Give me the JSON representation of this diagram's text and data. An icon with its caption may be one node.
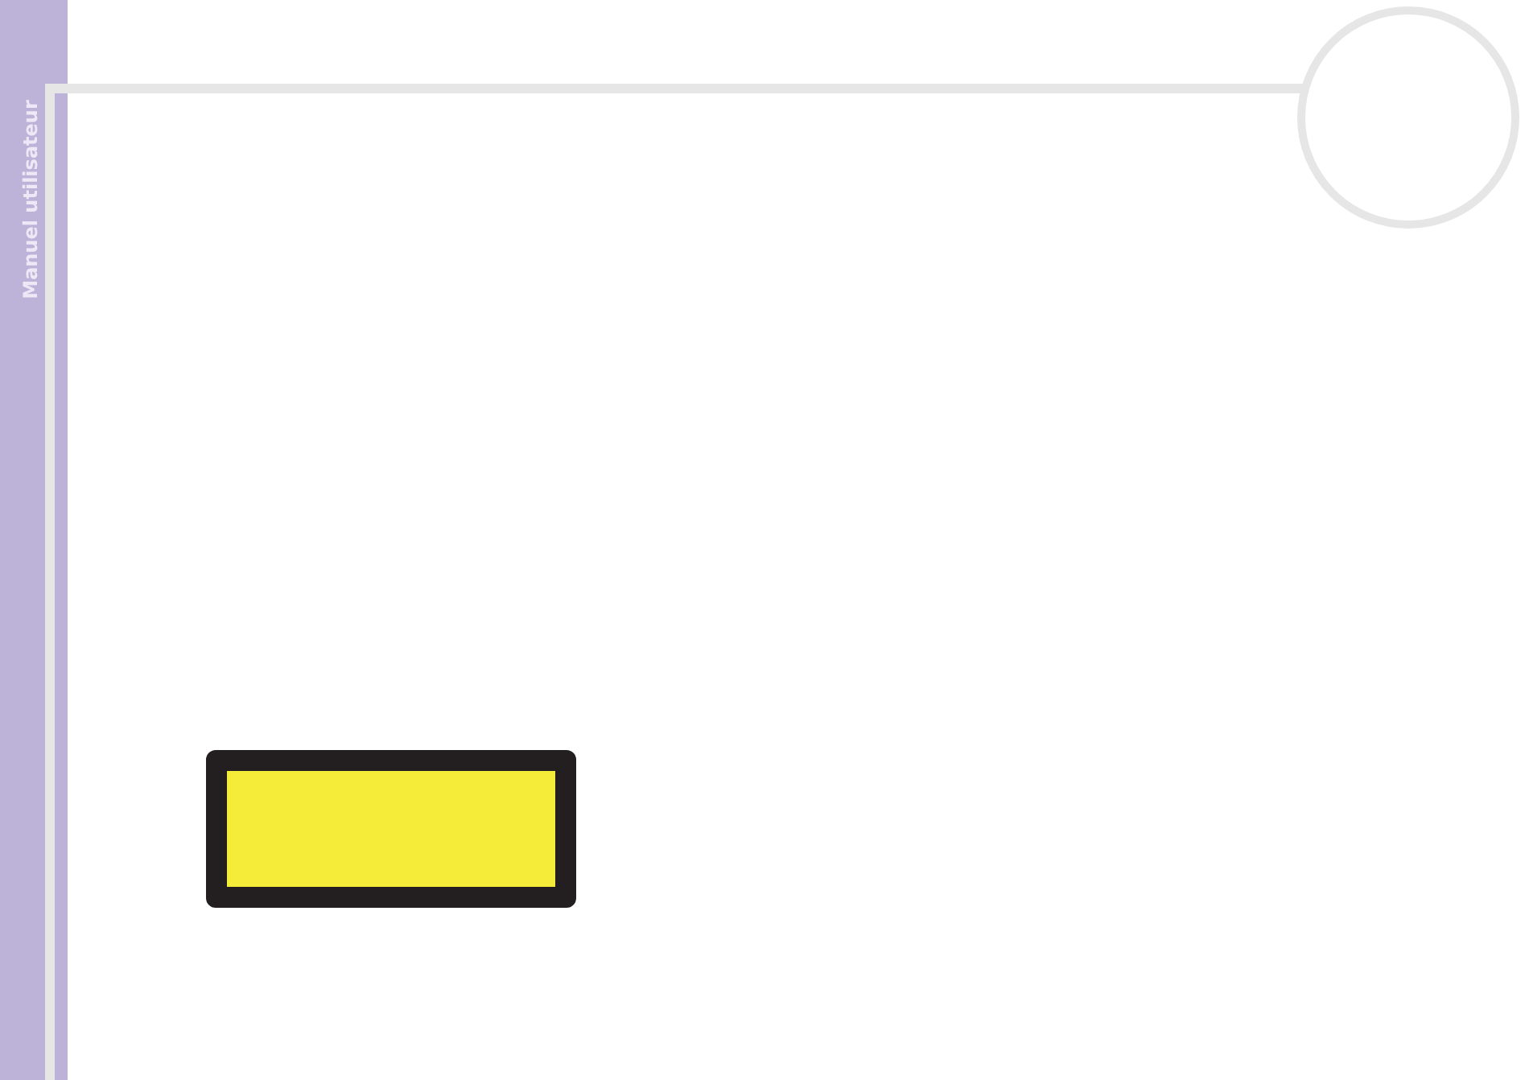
{
  "diagram": {
    "nodes": [
      {
        "text": [],
        "shape": "circle"
      },
      {
        "text": [],
        "shape": "box"
      }
    ],
    "labels": [
      "Manuel utilisateur"
    ]
  }
}
